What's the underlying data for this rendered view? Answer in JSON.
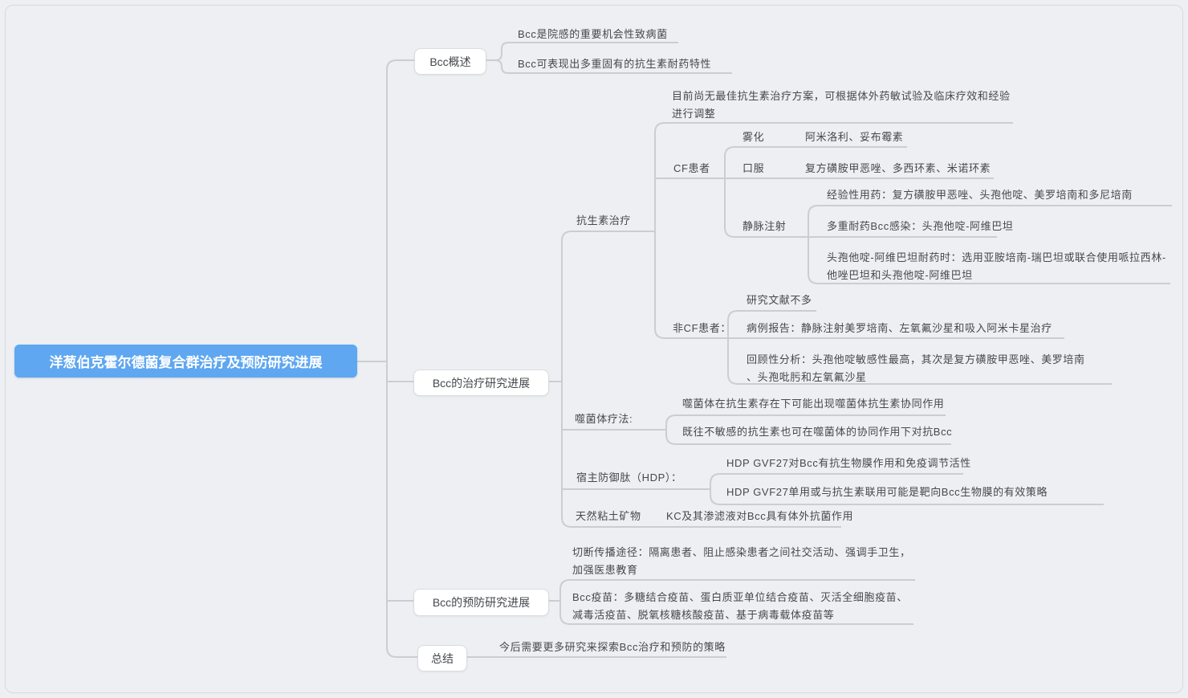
{
  "map": {
    "root": {
      "label": "洋葱伯克霍尔德菌复合群治疗及预防研究进展"
    },
    "overview": {
      "label": "Bcc概述",
      "c1": "Bcc是院感的重要机会性致病菌",
      "c2": "Bcc可表现出多重固有的抗生素耐药特性"
    },
    "treatment": {
      "label": "Bcc的治疗研究进展",
      "antibiotic": {
        "label": "抗生素治疗",
        "note1": "目前尚无最佳抗生素治疗方案，可根据体外药敏试验及临床疗效和经验",
        "note2": "进行调整",
        "cf": {
          "label": "CF患者",
          "neb": "雾化",
          "neb_drugs": "阿米洛利、妥布霉素",
          "oral": "口服",
          "oral_drugs": "复方磺胺甲恶唑、多西环素、米诺环素",
          "iv": {
            "label": "静脉注射",
            "empirical": "经验性用药：复方磺胺甲恶唑、头孢他啶、美罗培南和多尼培南",
            "mdr": "多重耐药Bcc感染：头孢他啶-阿维巴坦",
            "resistant1": "头孢他啶-阿维巴坦耐药时：选用亚胺培南-瑞巴坦或联合使用哌拉西林-",
            "resistant2": "他唑巴坦和头孢他啶-阿维巴坦"
          }
        },
        "noncf": {
          "label": "非CF患者：",
          "few": "研究文献不多",
          "case": "病例报告：静脉注射美罗培南、左氧氟沙星和吸入阿米卡星治疗",
          "retro1": "回顾性分析：头孢他啶敏感性最高，其次是复方磺胺甲恶唑、美罗培南",
          "retro2": "、头孢吡肟和左氧氟沙星"
        }
      },
      "phage": {
        "label": "噬菌体疗法:",
        "c1": "噬菌体在抗生素存在下可能出现噬菌体抗生素协同作用",
        "c2": "既往不敏感的抗生素也可在噬菌体的协同作用下对抗Bcc"
      },
      "hdp": {
        "label": "宿主防御肽（HDP）：",
        "c1": "HDP GVF27对Bcc有抗生物膜作用和免疫调节活性",
        "c2": "HDP GVF27单用或与抗生素联用可能是靶向Bcc生物膜的有效策略"
      },
      "clay": {
        "label": "天然粘土矿物",
        "c1": "KC及其渗滤液对Bcc具有体外抗菌作用"
      }
    },
    "prevention": {
      "label": "Bcc的预防研究进展",
      "cut1": "切断传播途径：隔离患者、阻止感染患者之间社交活动、强调手卫生，",
      "cut2": "加强医患教育",
      "vaccine1": "Bcc疫苗：多糖结合疫苗、蛋白质亚单位结合疫苗、灭活全细胞疫苗、",
      "vaccine2": "减毒活疫苗、脱氧核糖核酸疫苗、基于病毒载体疫苗等"
    },
    "summary": {
      "label": "总结",
      "c1": "今后需要更多研究来探索Bcc治疗和预防的策略"
    }
  },
  "colors": {
    "background": "#edeff2",
    "line": "#c9ced5",
    "text": "#45484d",
    "root_bg": "#5fa7f0",
    "root_text": "#ffffff",
    "box_bg": "#ffffff",
    "box_border": "#d9dce1"
  }
}
